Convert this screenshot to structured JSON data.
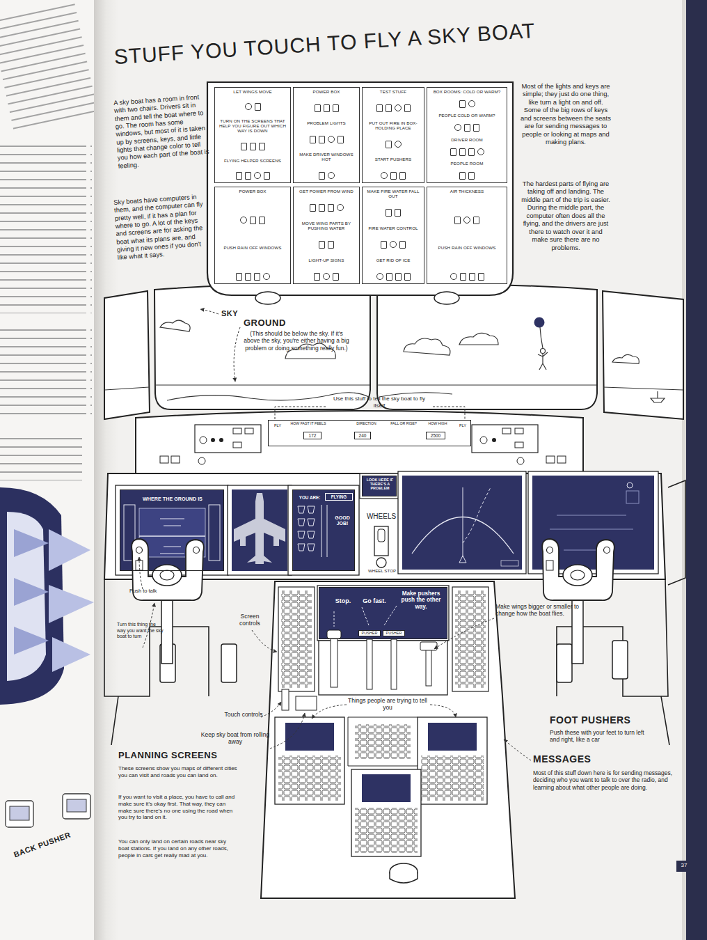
{
  "diagram": {
    "title": "STUFF YOU TOUCH TO FLY A SKY BOAT",
    "nodes": [
      {
        "text": [
          "LET WINGS MOVE",
          "TURN ON THE SCREENS THAT HELP YOU FIGURE OUT WHICH WAY IS DOWN",
          "FLYING HELPER SCREENS"
        ]
      },
      {
        "text": [
          "POWER BOX",
          "PROBLEM LIGHTS",
          "MAKE DRIVER WINDOWS HOT"
        ]
      },
      {
        "text": [
          "TEST STUFF",
          "PUT OUT FIRE IN BOX-HOLDING PLACE",
          "START PUSHERS"
        ]
      },
      {
        "text": [
          "BOX ROOMS: COLD OR WARM?",
          "PEOPLE COLD OR WARM?",
          "DRIVER ROOM",
          "PEOPLE ROOM"
        ]
      },
      {
        "text": [
          "POWER BOX",
          "PUSH RAIN OFF WINDOWS"
        ]
      },
      {
        "text": [
          "GET POWER FROM WIND",
          "MOVE WING PARTS BY PUSHING WATER",
          "LIGHT-UP SIGNS"
        ]
      },
      {
        "text": [
          "MAKE FIRE WATER FALL OUT",
          "FIRE WATER CONTROL",
          "GET RID OF ICE"
        ]
      },
      {
        "text": [
          "AIR THICKNESS",
          "PUSH RAIN OFF WINDOWS"
        ]
      },
      {
        "text": [
          "FLY",
          "HOW FAST IT FEELS",
          "172",
          "DIRECTION",
          "240",
          "FALL OR RISE?",
          "HOW HIGH",
          "2500",
          "FLY"
        ]
      },
      {
        "text": [
          "WHERE THE GROUND IS"
        ]
      },
      {
        "text": [
          "YOU ARE:",
          "FLYING",
          "GOOD JOB!"
        ]
      },
      {
        "text": [
          "LOOK HERE IF THERE'S A PROBLEM"
        ]
      },
      {
        "text": [
          "Stop.",
          "Go fast.",
          "Make pushers push the other way."
        ]
      }
    ],
    "labels": [
      "SKY",
      "GROUND",
      "(This should be below the sky. If it's above the sky, you're either having a big problem or doing something really fun.)",
      "Use this stuff to tell the sky boat to fly itself",
      "WHEELS",
      "WHEEL STOP",
      "PUSHER",
      "PUSHER",
      "Push to talk",
      "Turn this thing the way you want the sky boat to turn",
      "Screen controls",
      "Make wings bigger or smaller to change how the boat flies.",
      "Touch controls",
      "Keep sky boat from rolling away",
      "Things people are trying to tell you",
      "FOOT PUSHERS",
      "Push these with your feet to turn left and right, like a car",
      "MESSAGES",
      "Most of this stuff down here is for sending messages, deciding who you want to talk to over the radio, and learning about what other people are doing.",
      "PLANNING SCREENS",
      "These screens show you maps of different cities you can visit and roads you can land on.",
      "If you want to visit a place, you have to call and make sure it's okay first. That way, they can make sure there's no one using the road when you try to land on it.",
      "You can only land on certain roads near sky boat stations. If you land on any other roads, people in cars get really mad at you.",
      "A sky boat has a room in front with two chairs. Drivers sit in them and tell the boat where to go. The room has some windows, but most of it is taken up by screens, keys, and little lights that change color to tell you how each part of the boat is feeling.",
      "Sky boats have computers in them, and the computer can fly pretty well, if it has a plan for where to go. A lot of the keys and screens are for asking the boat what its plans are, and giving it new ones if you don't like what it says.",
      "Most of the lights and keys are simple; they just do one thing, like turn a light on and off. Some of the big rows of keys and screens between the seats are for sending messages to people or looking at maps and making plans.",
      "The hardest parts of flying are taking off and landing. The middle part of the trip is easier. During the middle part, the computer often does all the flying, and the drivers are just there to watch over it and make sure there are no problems.",
      "BACK PUSHER",
      "37"
    ]
  }
}
